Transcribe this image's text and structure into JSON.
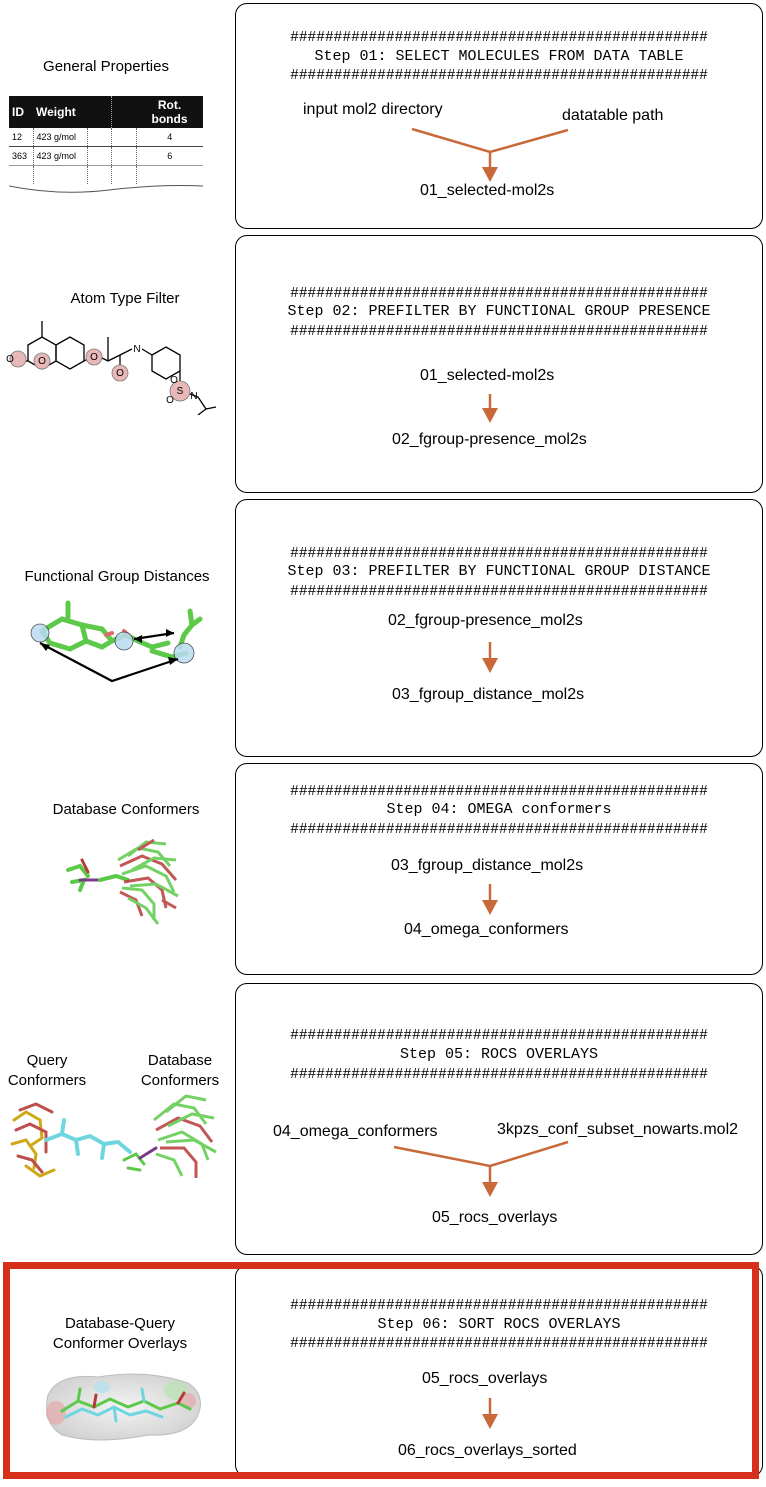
{
  "left_panel": {
    "general_properties": {
      "label": "General Properties",
      "table": {
        "headers": [
          "ID",
          "Weight",
          "",
          "",
          "Rot. bonds"
        ],
        "rows": [
          [
            "12",
            "423 g/mol",
            "",
            "",
            "4"
          ],
          [
            "363",
            "423 g/mol",
            "",
            "",
            "6"
          ],
          [
            "",
            "",
            "",
            "",
            ""
          ]
        ]
      }
    },
    "atom_type_filter": {
      "label": "Atom Type Filter",
      "atoms": [
        "O",
        "O",
        "O",
        "O",
        "N",
        "S",
        "O",
        "O",
        "N"
      ]
    },
    "functional_group_distances": {
      "label": "Functional Group Distances"
    },
    "database_conformers": {
      "label": "Database Conformers"
    },
    "query_conformers": {
      "label_line1": "Query",
      "label_line2": "Conformers"
    },
    "database_conformers_2": {
      "label_line1": "Database",
      "label_line2": "Conformers"
    },
    "overlays": {
      "label_line1": "Database-Query",
      "label_line2": "Conformer Overlays"
    }
  },
  "hash_line": "################################################",
  "steps": [
    {
      "title": "Step 01: SELECT MOLECULES FROM DATA TABLE",
      "inputs": [
        "input mol2 directory",
        "datatable path"
      ],
      "output": "01_selected-mol2s"
    },
    {
      "title": "Step 02: PREFILTER BY FUNCTIONAL GROUP PRESENCE",
      "inputs": [
        "01_selected-mol2s"
      ],
      "output": "02_fgroup-presence_mol2s"
    },
    {
      "title": "Step 03: PREFILTER BY FUNCTIONAL GROUP DISTANCE",
      "inputs": [
        "02_fgroup-presence_mol2s"
      ],
      "output": "03_fgroup_distance_mol2s"
    },
    {
      "title": "Step 04: OMEGA conformers",
      "inputs": [
        "03_fgroup_distance_mol2s"
      ],
      "output": "04_omega_conformers"
    },
    {
      "title": "Step 05: ROCS OVERLAYS",
      "inputs": [
        "04_omega_conformers",
        "3kpzs_conf_subset_nowarts.mol2"
      ],
      "output": "05_rocs_overlays"
    },
    {
      "title": "Step 06: SORT ROCS OVERLAYS",
      "inputs": [
        "05_rocs_overlays"
      ],
      "output": "06_rocs_overlays_sorted"
    }
  ],
  "colors": {
    "arrow": "#c8693a",
    "highlight": "#d7301a",
    "conformer_green": "#5cc94a",
    "conformer_red": "#b83a3a",
    "query_cyan": "#6fd6e0"
  }
}
